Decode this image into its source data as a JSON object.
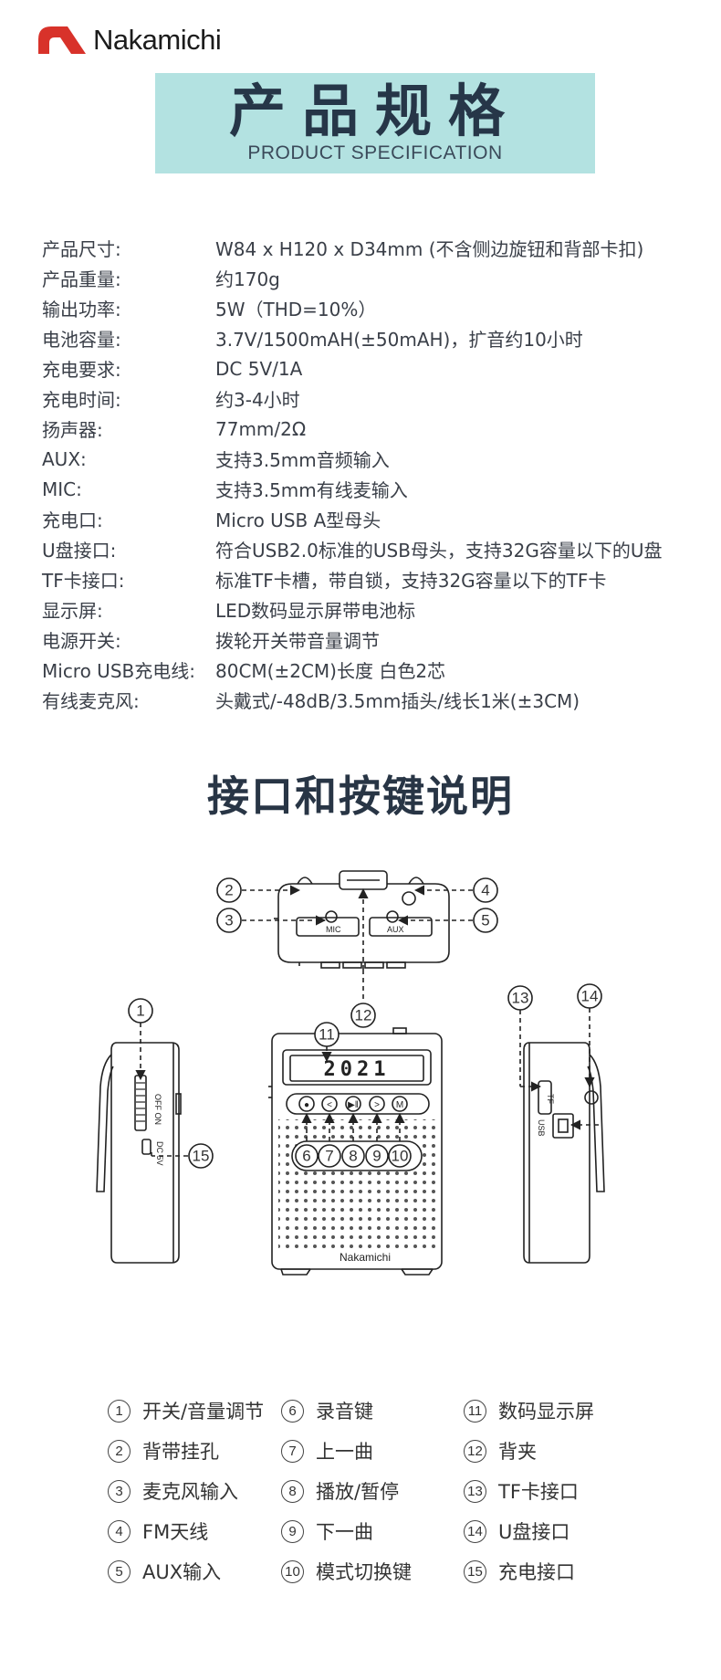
{
  "brand": {
    "name": "Nakamichi",
    "colors": {
      "mark": "#d8322a",
      "banner": "#b3e2e1",
      "text": "#2f3440"
    }
  },
  "title": {
    "cn": "产品规格",
    "en": "PRODUCT SPECIFICATION"
  },
  "specs": [
    {
      "label": "产品尺寸:",
      "value": "W84 x H120 x D34mm (不含侧边旋钮和背部卡扣)"
    },
    {
      "label": "产品重量:",
      "value": "约170g"
    },
    {
      "label": "输出功率:",
      "value": "5W（THD=10%）"
    },
    {
      "label": "电池容量:",
      "value": "3.7V/1500mAH(±50mAH)，扩音约10小时"
    },
    {
      "label": "充电要求:",
      "value": "DC 5V/1A"
    },
    {
      "label": "充电时间:",
      "value": "约3-4小时"
    },
    {
      "label": "扬声器:",
      "value": "77mm/2Ω"
    },
    {
      "label": "AUX:",
      "value": "支持3.5mm音频输入"
    },
    {
      "label": "MIC:",
      "value": "支持3.5mm有线麦输入"
    },
    {
      "label": "充电口:",
      "value": "Micro USB A型母头"
    },
    {
      "label": "U盘接口:",
      "value": "符合USB2.0标准的USB母头，支持32G容量以下的U盘"
    },
    {
      "label": "TF卡接口:",
      "value": "标准TF卡槽，带自锁，支持32G容量以下的TF卡"
    },
    {
      "label": "显示屏:",
      "value": "LED数码显示屏带电池标"
    },
    {
      "label": "电源开关:",
      "value": "拨轮开关带音量调节"
    },
    {
      "label": "Micro USB充电线:",
      "value": "80CM(±2CM)长度 白色2芯"
    },
    {
      "label": "有线麦克风:",
      "value": "头戴式/-48dB/3.5mm插头/线长1米(±3CM)"
    }
  ],
  "section_title": "接口和按键说明",
  "diagram": {
    "top_view": {
      "mic_label": "MIC",
      "aux_label": "AUX"
    },
    "front_view": {
      "display": "2021",
      "logo": "Nakamichi",
      "buttons": [
        "mic-icon",
        "prev-icon",
        "play-pause-icon",
        "next-icon",
        "M"
      ]
    },
    "left_view": {
      "switch_text": "OFF ON",
      "port_text": "DC 5V"
    },
    "right_view": {
      "tf_text": "TF",
      "usb_text": "USB"
    },
    "callouts": [
      "1",
      "2",
      "3",
      "4",
      "5",
      "6",
      "7",
      "8",
      "9",
      "10",
      "11",
      "12",
      "13",
      "14",
      "15"
    ]
  },
  "legend": [
    {
      "num": "1",
      "text": "开关/音量调节"
    },
    {
      "num": "2",
      "text": "背带挂孔"
    },
    {
      "num": "3",
      "text": "麦克风输入"
    },
    {
      "num": "4",
      "text": "FM天线"
    },
    {
      "num": "5",
      "text": "AUX输入"
    },
    {
      "num": "6",
      "text": "录音键"
    },
    {
      "num": "7",
      "text": "上一曲"
    },
    {
      "num": "8",
      "text": "播放/暂停"
    },
    {
      "num": "9",
      "text": "下一曲"
    },
    {
      "num": "10",
      "text": "模式切换键"
    },
    {
      "num": "11",
      "text": "数码显示屏"
    },
    {
      "num": "12",
      "text": "背夹"
    },
    {
      "num": "13",
      "text": "TF卡接口"
    },
    {
      "num": "14",
      "text": "U盘接口"
    },
    {
      "num": "15",
      "text": "充电接口"
    }
  ]
}
